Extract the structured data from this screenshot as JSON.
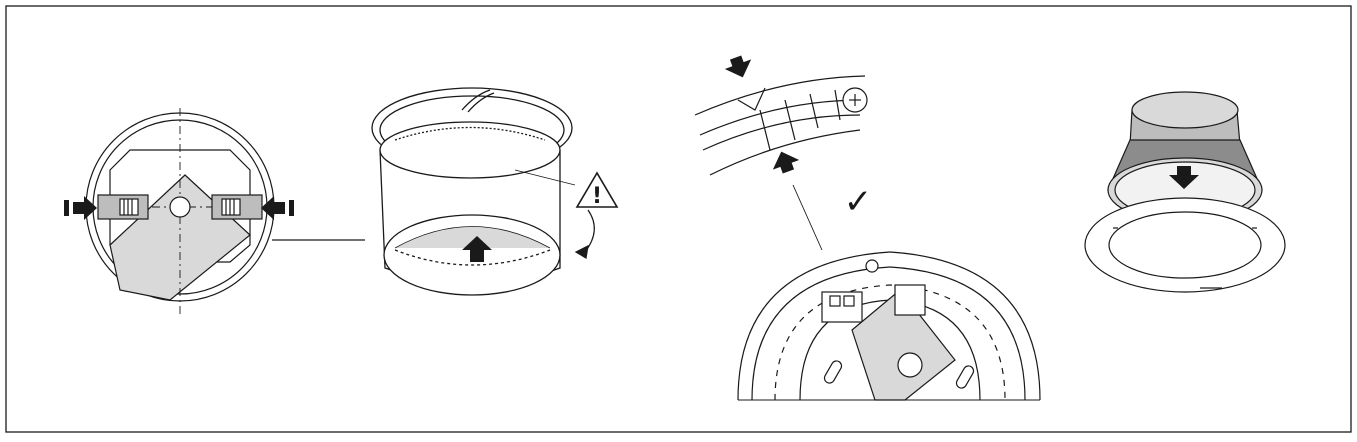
{
  "figure": {
    "background": "#ffffff",
    "line_color": "#1a1a1a",
    "fill_light": "#d9d9d9",
    "fill_mid": "#bdbdbd",
    "fill_dark": "#8c8c8c"
  },
  "panels": [
    {
      "id": "step-1",
      "marks": [
        "screw",
        "arrow-in-left",
        "arrow-in-right",
        "bar-left",
        "bar-right"
      ]
    },
    {
      "id": "step-2",
      "marks": [
        "arrow-up",
        "warning-triangle",
        "rotation-arrow"
      ]
    },
    {
      "id": "step-3",
      "marks": [
        "arrow-down",
        "arrow-up",
        "check-mark"
      ]
    },
    {
      "id": "step-4",
      "marks": [
        "arrow-down"
      ]
    }
  ],
  "labels": {
    "warning_symbol": "!",
    "check_symbol": "✓"
  }
}
